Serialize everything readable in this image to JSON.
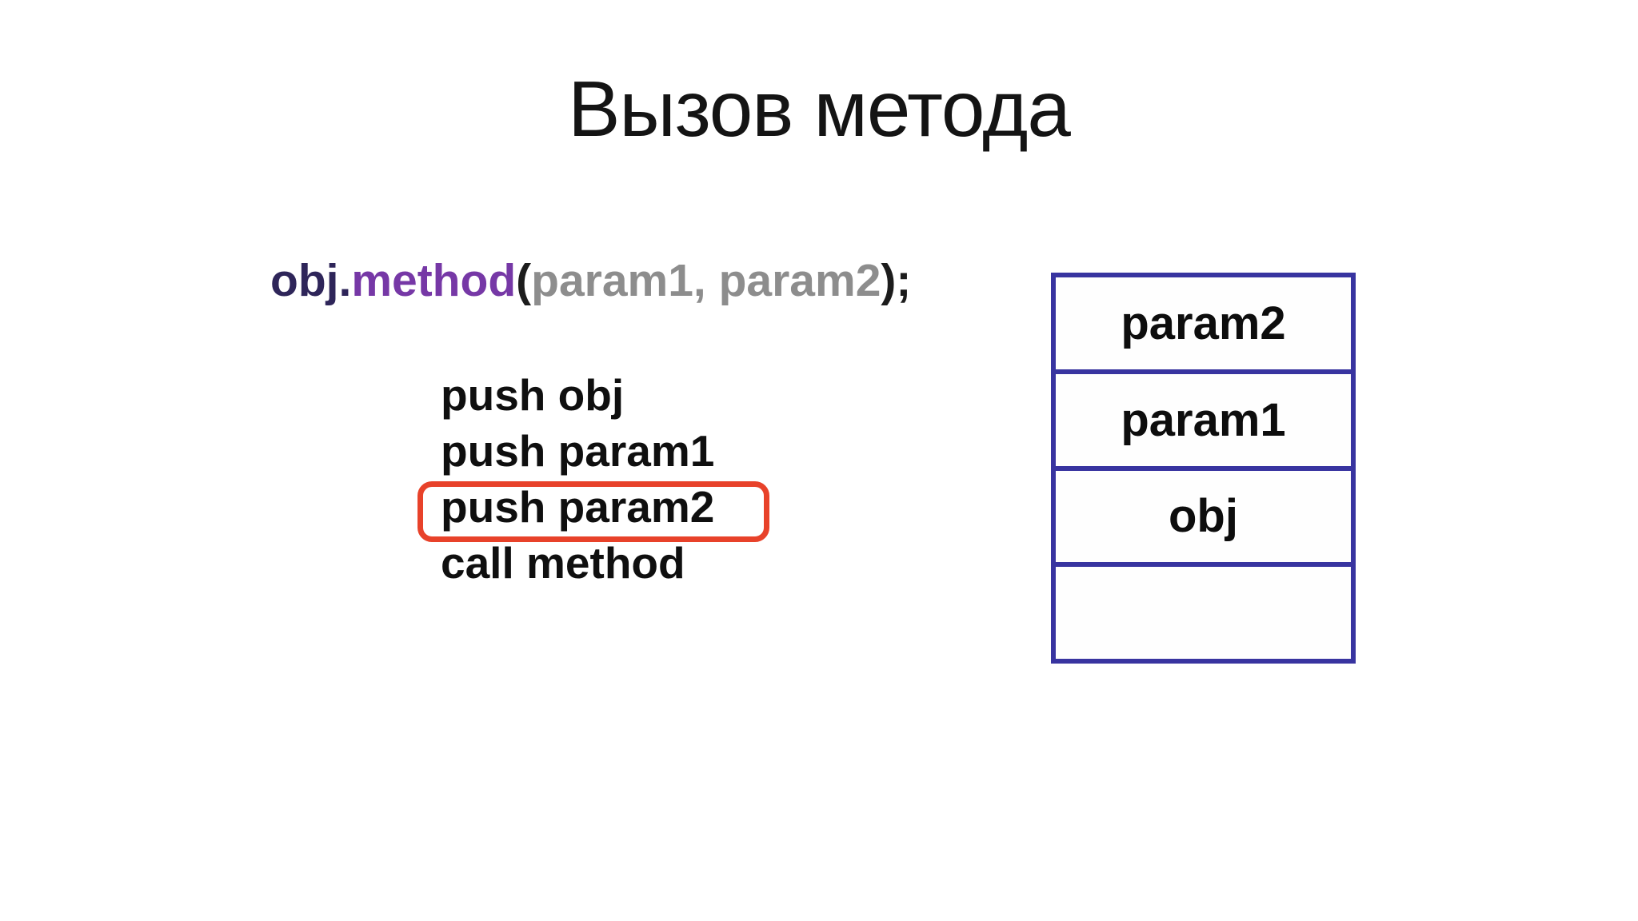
{
  "slide": {
    "title": "Вызов метода",
    "code": {
      "object": "obj.",
      "method": "method",
      "open_paren": "(",
      "param1": "param1",
      "separator": ", ",
      "param2": "param2",
      "close": ");"
    },
    "assembly": {
      "lines": [
        "push obj",
        "push param1",
        "push param2",
        "call method"
      ],
      "highlighted_line": "push param2",
      "highlighted_index": 2
    },
    "stack": {
      "cells": [
        "param2",
        "param1",
        "obj",
        ""
      ]
    }
  },
  "colors": {
    "background": "#ffffff",
    "title_text": "#141414",
    "obj_token": "#2e2559",
    "method_token": "#7638a6",
    "paren_token": "#1c1c1c",
    "param_token": "#8d8d8d",
    "asm_text": "#0f0f0f",
    "highlight_box": "#e8422a",
    "stack_border": "#3834a0",
    "stack_text": "#0d0d0d"
  }
}
